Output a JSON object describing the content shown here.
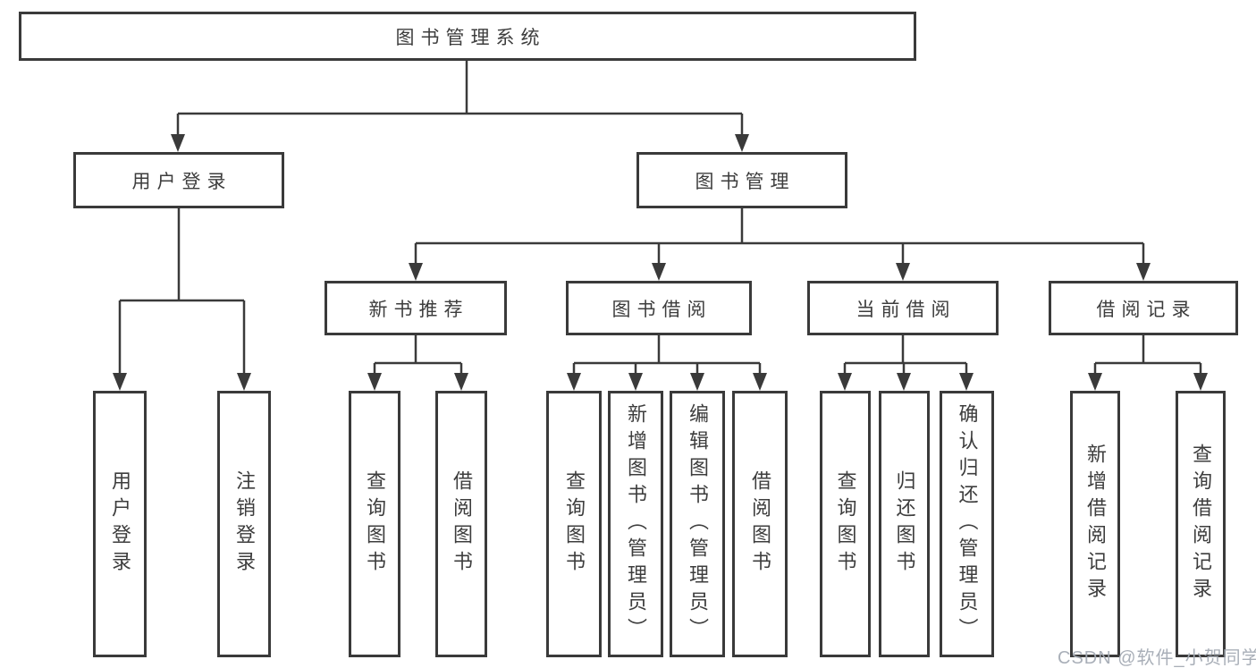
{
  "nodes": {
    "root": {
      "label": "图书管理系统"
    },
    "level2": [
      {
        "label": "用户登录"
      },
      {
        "label": "图书管理"
      }
    ],
    "level3": [
      {
        "label": "新书推荐",
        "parent": "图书管理"
      },
      {
        "label": "图书借阅",
        "parent": "图书管理"
      },
      {
        "label": "当前借阅",
        "parent": "图书管理"
      },
      {
        "label": "借阅记录",
        "parent": "图书管理"
      }
    ],
    "leaves": [
      {
        "label": "用户登录",
        "parent": "用户登录"
      },
      {
        "label": "注销登录",
        "parent": "用户登录"
      },
      {
        "label": "查询图书",
        "parent": "新书推荐"
      },
      {
        "label": "借阅图书",
        "parent": "新书推荐"
      },
      {
        "label": "查询图书",
        "parent": "图书借阅"
      },
      {
        "label": "新增图书（管理员）",
        "parent": "图书借阅"
      },
      {
        "label": "编辑图书（管理员）",
        "parent": "图书借阅"
      },
      {
        "label": "借阅图书",
        "parent": "图书借阅"
      },
      {
        "label": "查询图书",
        "parent": "当前借阅"
      },
      {
        "label": "归还图书",
        "parent": "当前借阅"
      },
      {
        "label": "确认归还（管理员）",
        "parent": "当前借阅"
      },
      {
        "label": "新增借阅记录",
        "parent": "借阅记录"
      },
      {
        "label": "查询借阅记录",
        "parent": "借阅记录"
      }
    ]
  },
  "watermark": {
    "text": "CSDN @软件_小贺同学"
  },
  "colors": {
    "line": "#3a3a3a",
    "box_border": "#3a3a3a",
    "text": "#3d3d3d",
    "background": "#ffffff",
    "watermark": "#a4abb4"
  }
}
